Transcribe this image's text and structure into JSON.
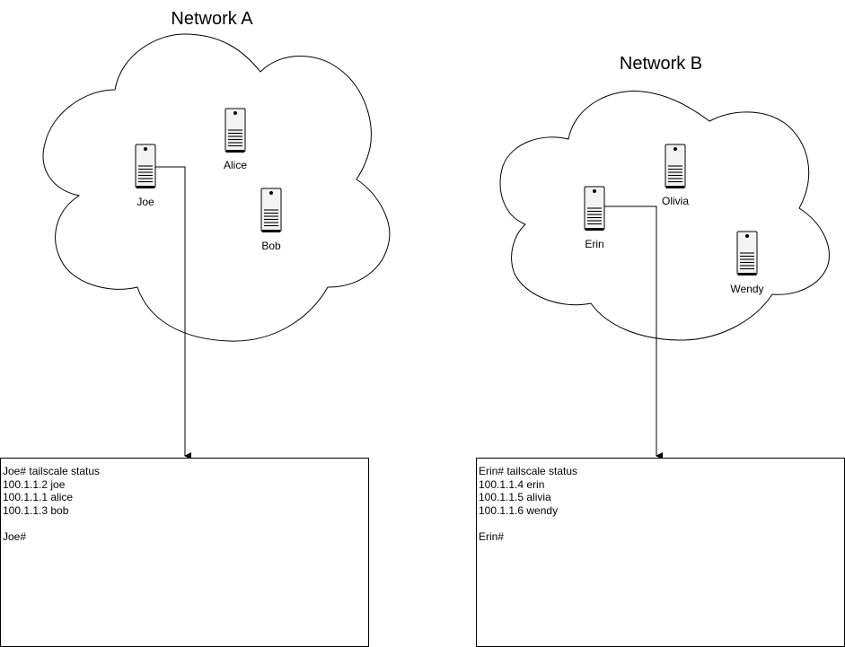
{
  "networks": [
    {
      "title": "Network A",
      "nodes": [
        {
          "label": "Joe"
        },
        {
          "label": "Alice"
        },
        {
          "label": "Bob"
        }
      ]
    },
    {
      "title": "Network B",
      "nodes": [
        {
          "label": "Erin"
        },
        {
          "label": "Olivia"
        },
        {
          "label": "Wendy"
        }
      ]
    }
  ],
  "terminals": [
    {
      "lines": [
        "Joe# tailscale status",
        "100.1.1.2 joe",
        "100.1.1.1 alice",
        "100.1.1.3 bob",
        "",
        "Joe#"
      ]
    },
    {
      "lines": [
        "Erin# tailscale status",
        "100.1.1.4 erin",
        "100.1.1.5 alivia",
        "100.1.1.6 wendy",
        "",
        "Erin#"
      ]
    }
  ]
}
